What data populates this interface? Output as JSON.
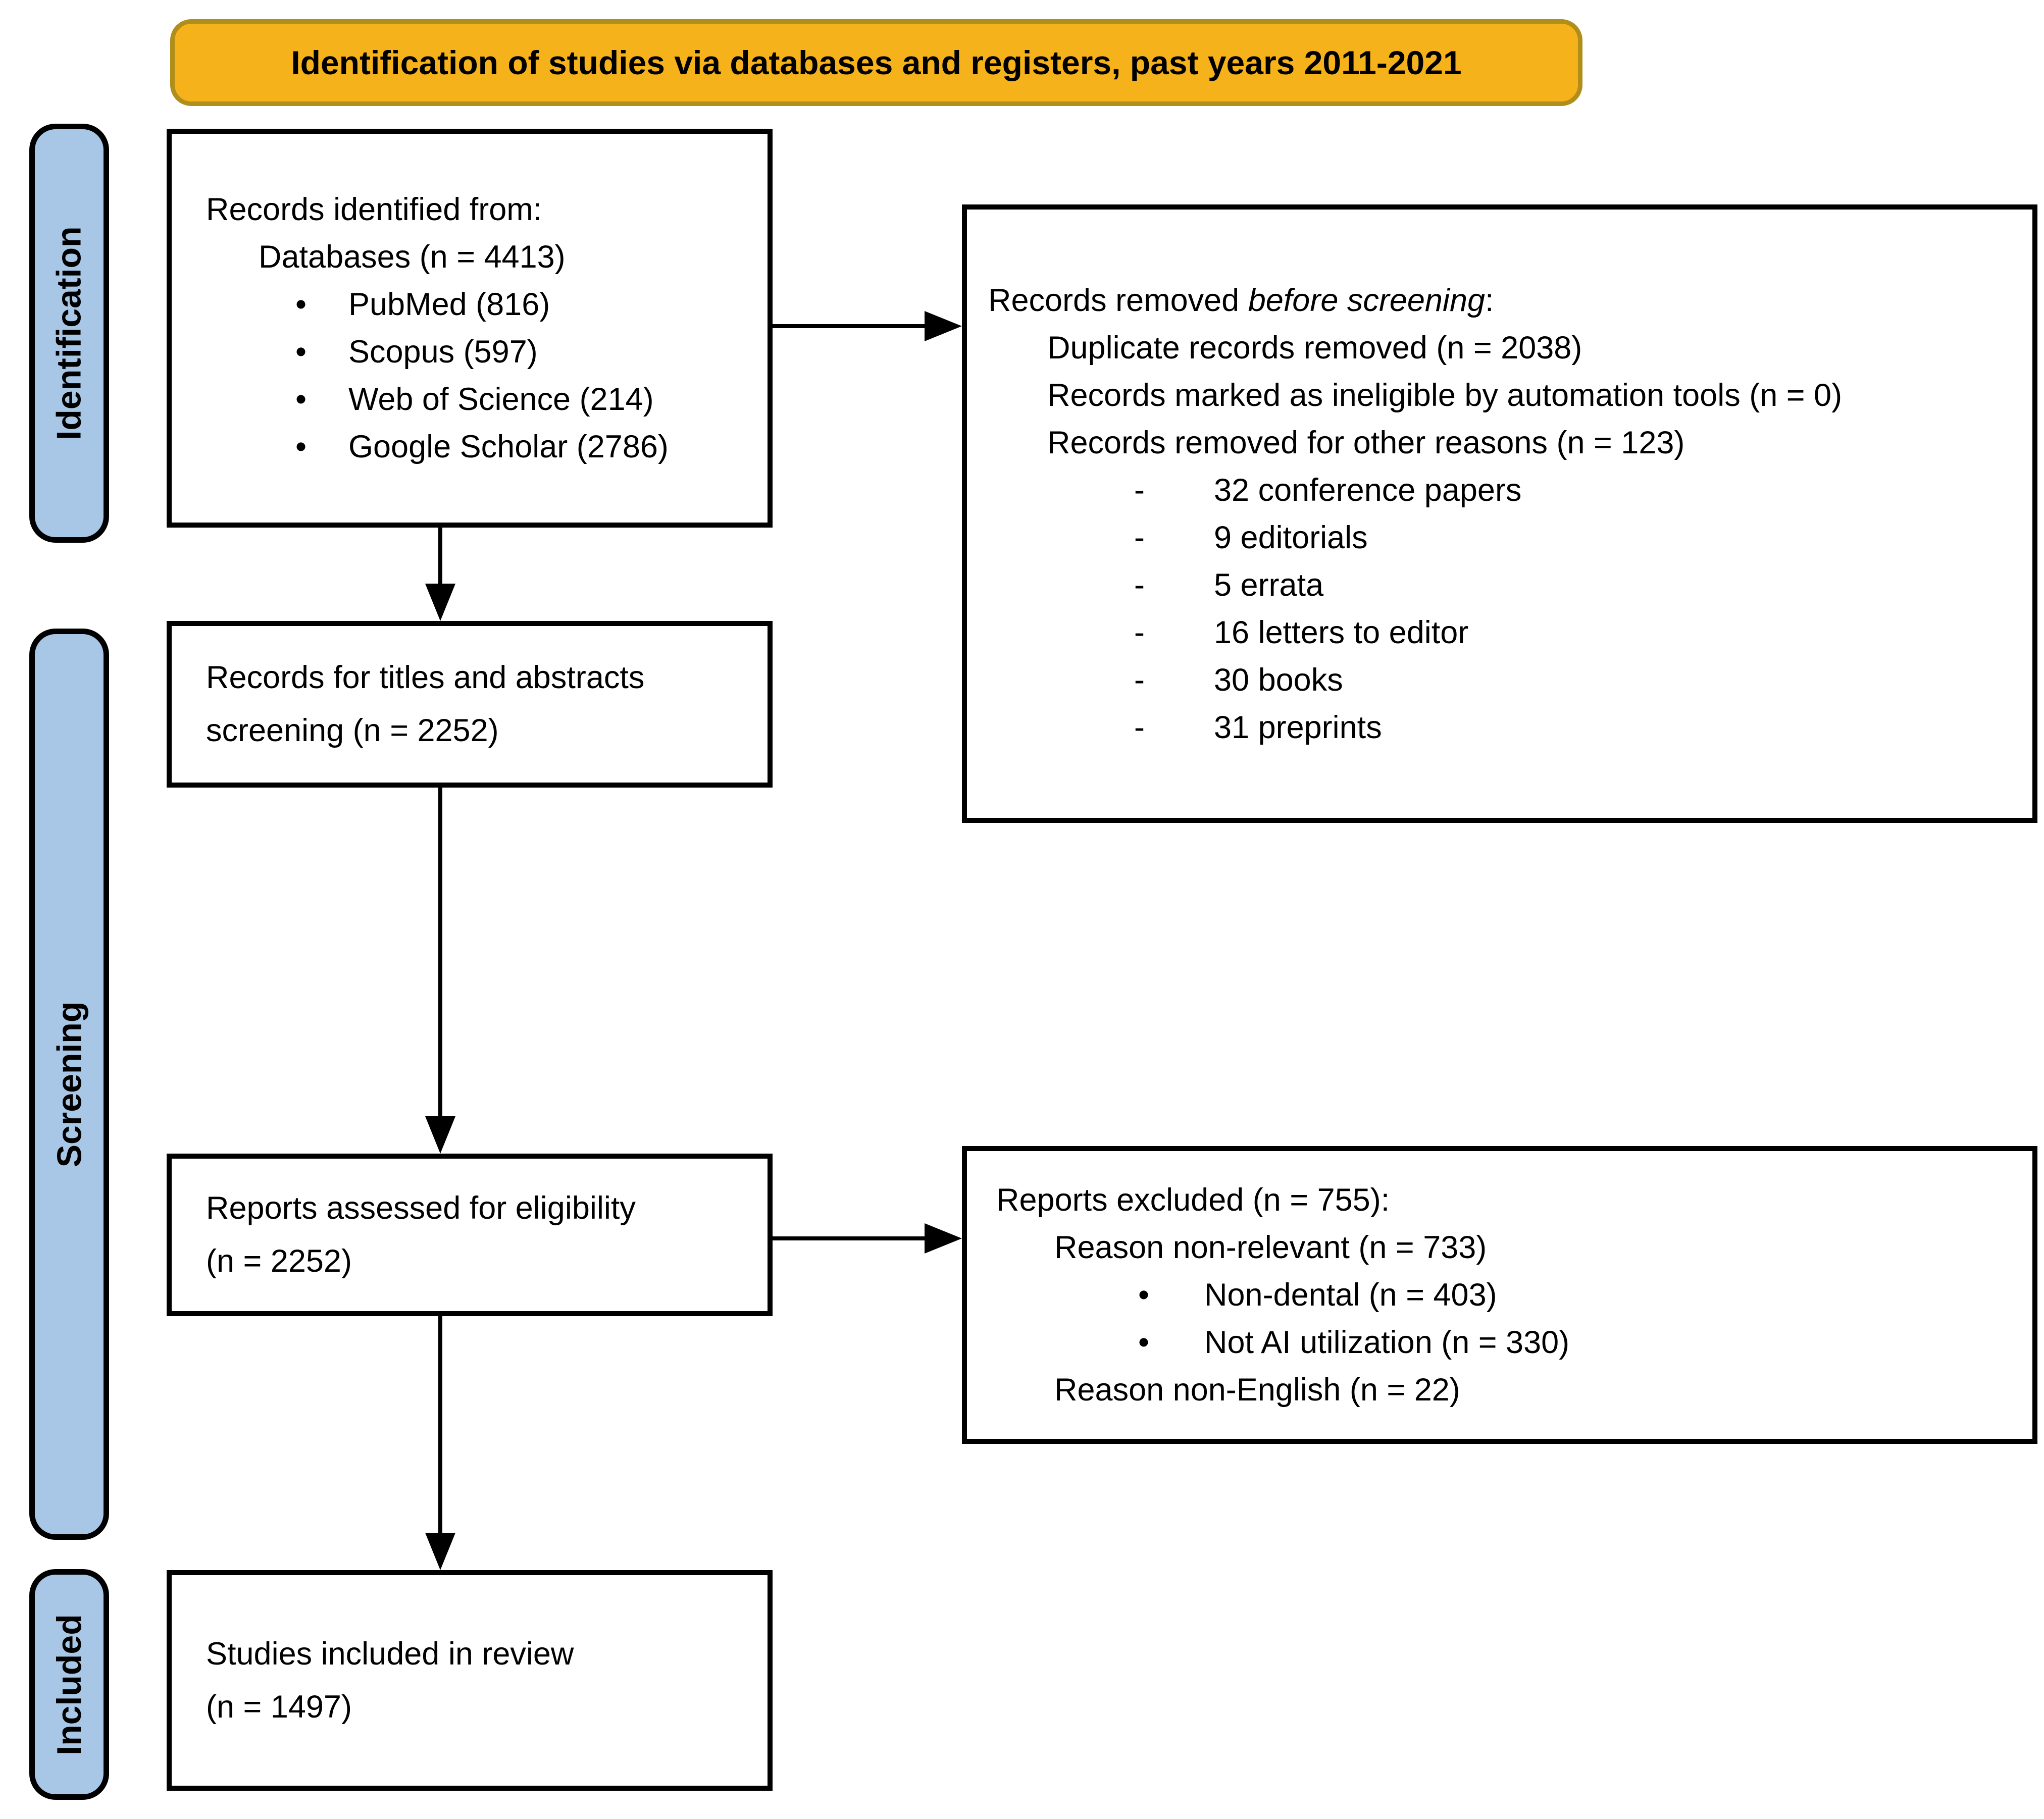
{
  "title_banner": {
    "text": "Identification of studies via databases and registers, past years 2011-2021"
  },
  "stages": {
    "identification": "Identification",
    "screening": "Screening",
    "included": "Included"
  },
  "glyphs": {
    "bullet": "•",
    "dash": "-"
  },
  "colors": {
    "banner_fill": "#F5B21A",
    "banner_border": "#B08E1B",
    "stage_fill": "#A8C6E6"
  },
  "boxes": {
    "identified": {
      "heading": "Records identified from:",
      "subheading": "Databases (n = 4413)",
      "items": [
        "PubMed (816)",
        "Scopus (597)",
        "Web of Science (214)",
        "Google Scholar (2786)"
      ]
    },
    "removed": {
      "heading_pre": "Records removed ",
      "heading_italic": "before screening",
      "heading_post": ":",
      "sub_items": [
        "Duplicate records removed (n = 2038)",
        "Records marked as ineligible by automation tools (n = 0)",
        "Records removed for other reasons (n = 123)"
      ],
      "dash_items": [
        "32 conference papers",
        "9 editorials",
        "5 errata",
        "16 letters to editor",
        "30 books",
        "31 preprints"
      ]
    },
    "title_abstract": {
      "line1": "Records for titles and abstracts",
      "line2": "screening (n = 2252)"
    },
    "assessed": {
      "line1": "Reports assessed for eligibility",
      "line2": "(n = 2252)"
    },
    "excluded": {
      "heading": "Reports excluded (n = 755):",
      "reason1": "Reason non-relevant (n = 733)",
      "bullet_items": [
        "Non-dental (n = 403)",
        "Not AI utilization (n = 330)"
      ],
      "reason2": "Reason non-English (n = 22)"
    },
    "included": {
      "line1": "Studies included in review",
      "line2": "(n = 1497)"
    }
  }
}
